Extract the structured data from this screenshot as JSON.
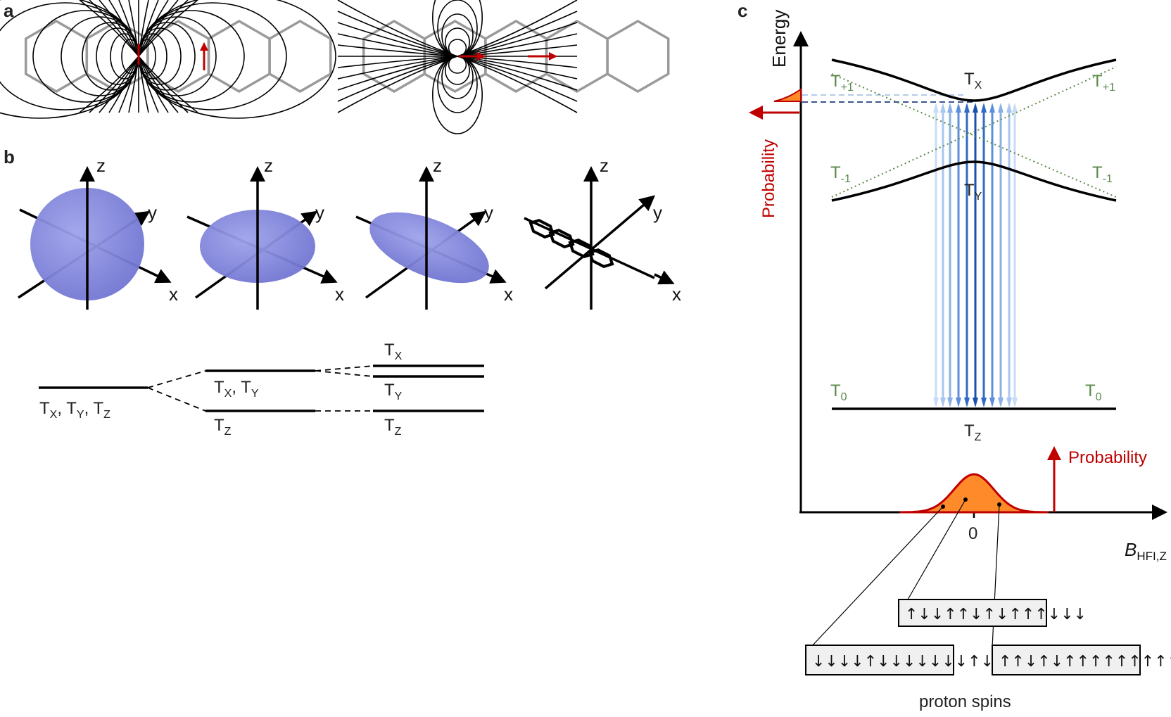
{
  "panels": {
    "a": "a",
    "b": "b",
    "c": "c"
  },
  "axes3d": {
    "z": "z",
    "y": "y",
    "x": "x"
  },
  "levels_b": {
    "degenerate": {
      "main": "T",
      "parts": [
        [
          "X",
          ", T"
        ],
        [
          "Y",
          ", T"
        ],
        [
          "Z",
          ""
        ]
      ]
    },
    "axial_upper": {
      "main": "T",
      "parts": [
        [
          "X",
          ", T"
        ],
        [
          "Y",
          ""
        ]
      ]
    },
    "axial_lower": {
      "main": "T",
      "sub": "Z"
    },
    "rhombic_x": {
      "main": "T",
      "sub": "X"
    },
    "rhombic_y": {
      "main": "T",
      "sub": "Y"
    },
    "rhombic_z": {
      "main": "T",
      "sub": "Z"
    }
  },
  "panel_c": {
    "y_axis_label": "Energy",
    "x_axis_label_main": "B",
    "x_axis_label_sub": "HFI,Z",
    "x_tick_zero": "0",
    "probability_right": "Probability",
    "probability_left": "Probability",
    "states": {
      "tx": {
        "main": "T",
        "sub": "X"
      },
      "ty": {
        "main": "T",
        "sub": "Y"
      },
      "tz": {
        "main": "T",
        "sub": "Z"
      },
      "tplus_left": {
        "main": "T",
        "sub": "+1"
      },
      "tplus_right": {
        "main": "T",
        "sub": "+1"
      },
      "tminus_left": {
        "main": "T",
        "sub": "-1"
      },
      "tminus_right": {
        "main": "T",
        "sub": "-1"
      },
      "t0_left": {
        "main": "T",
        "sub": "0"
      },
      "t0_right": {
        "main": "T",
        "sub": "0"
      }
    },
    "spin_boxes": {
      "top": "↑↓↓↑↑↓↑↓↑↑↑↓↓↓",
      "left": "↓↓↓↓↑↓↓↓↓↓↓↓↑↓",
      "right": "↑↑↓↑↓↑↑↑↑↑↑↑↑↑"
    },
    "spins_caption": "proton spins"
  },
  "colors": {
    "red": "#c00000",
    "orange": "#ff8a2a",
    "green": "#5a8a4a",
    "blue": "#1f5fbf",
    "ellipsoid": "#7b7fd6",
    "hexagon": "#9a9a9a"
  }
}
